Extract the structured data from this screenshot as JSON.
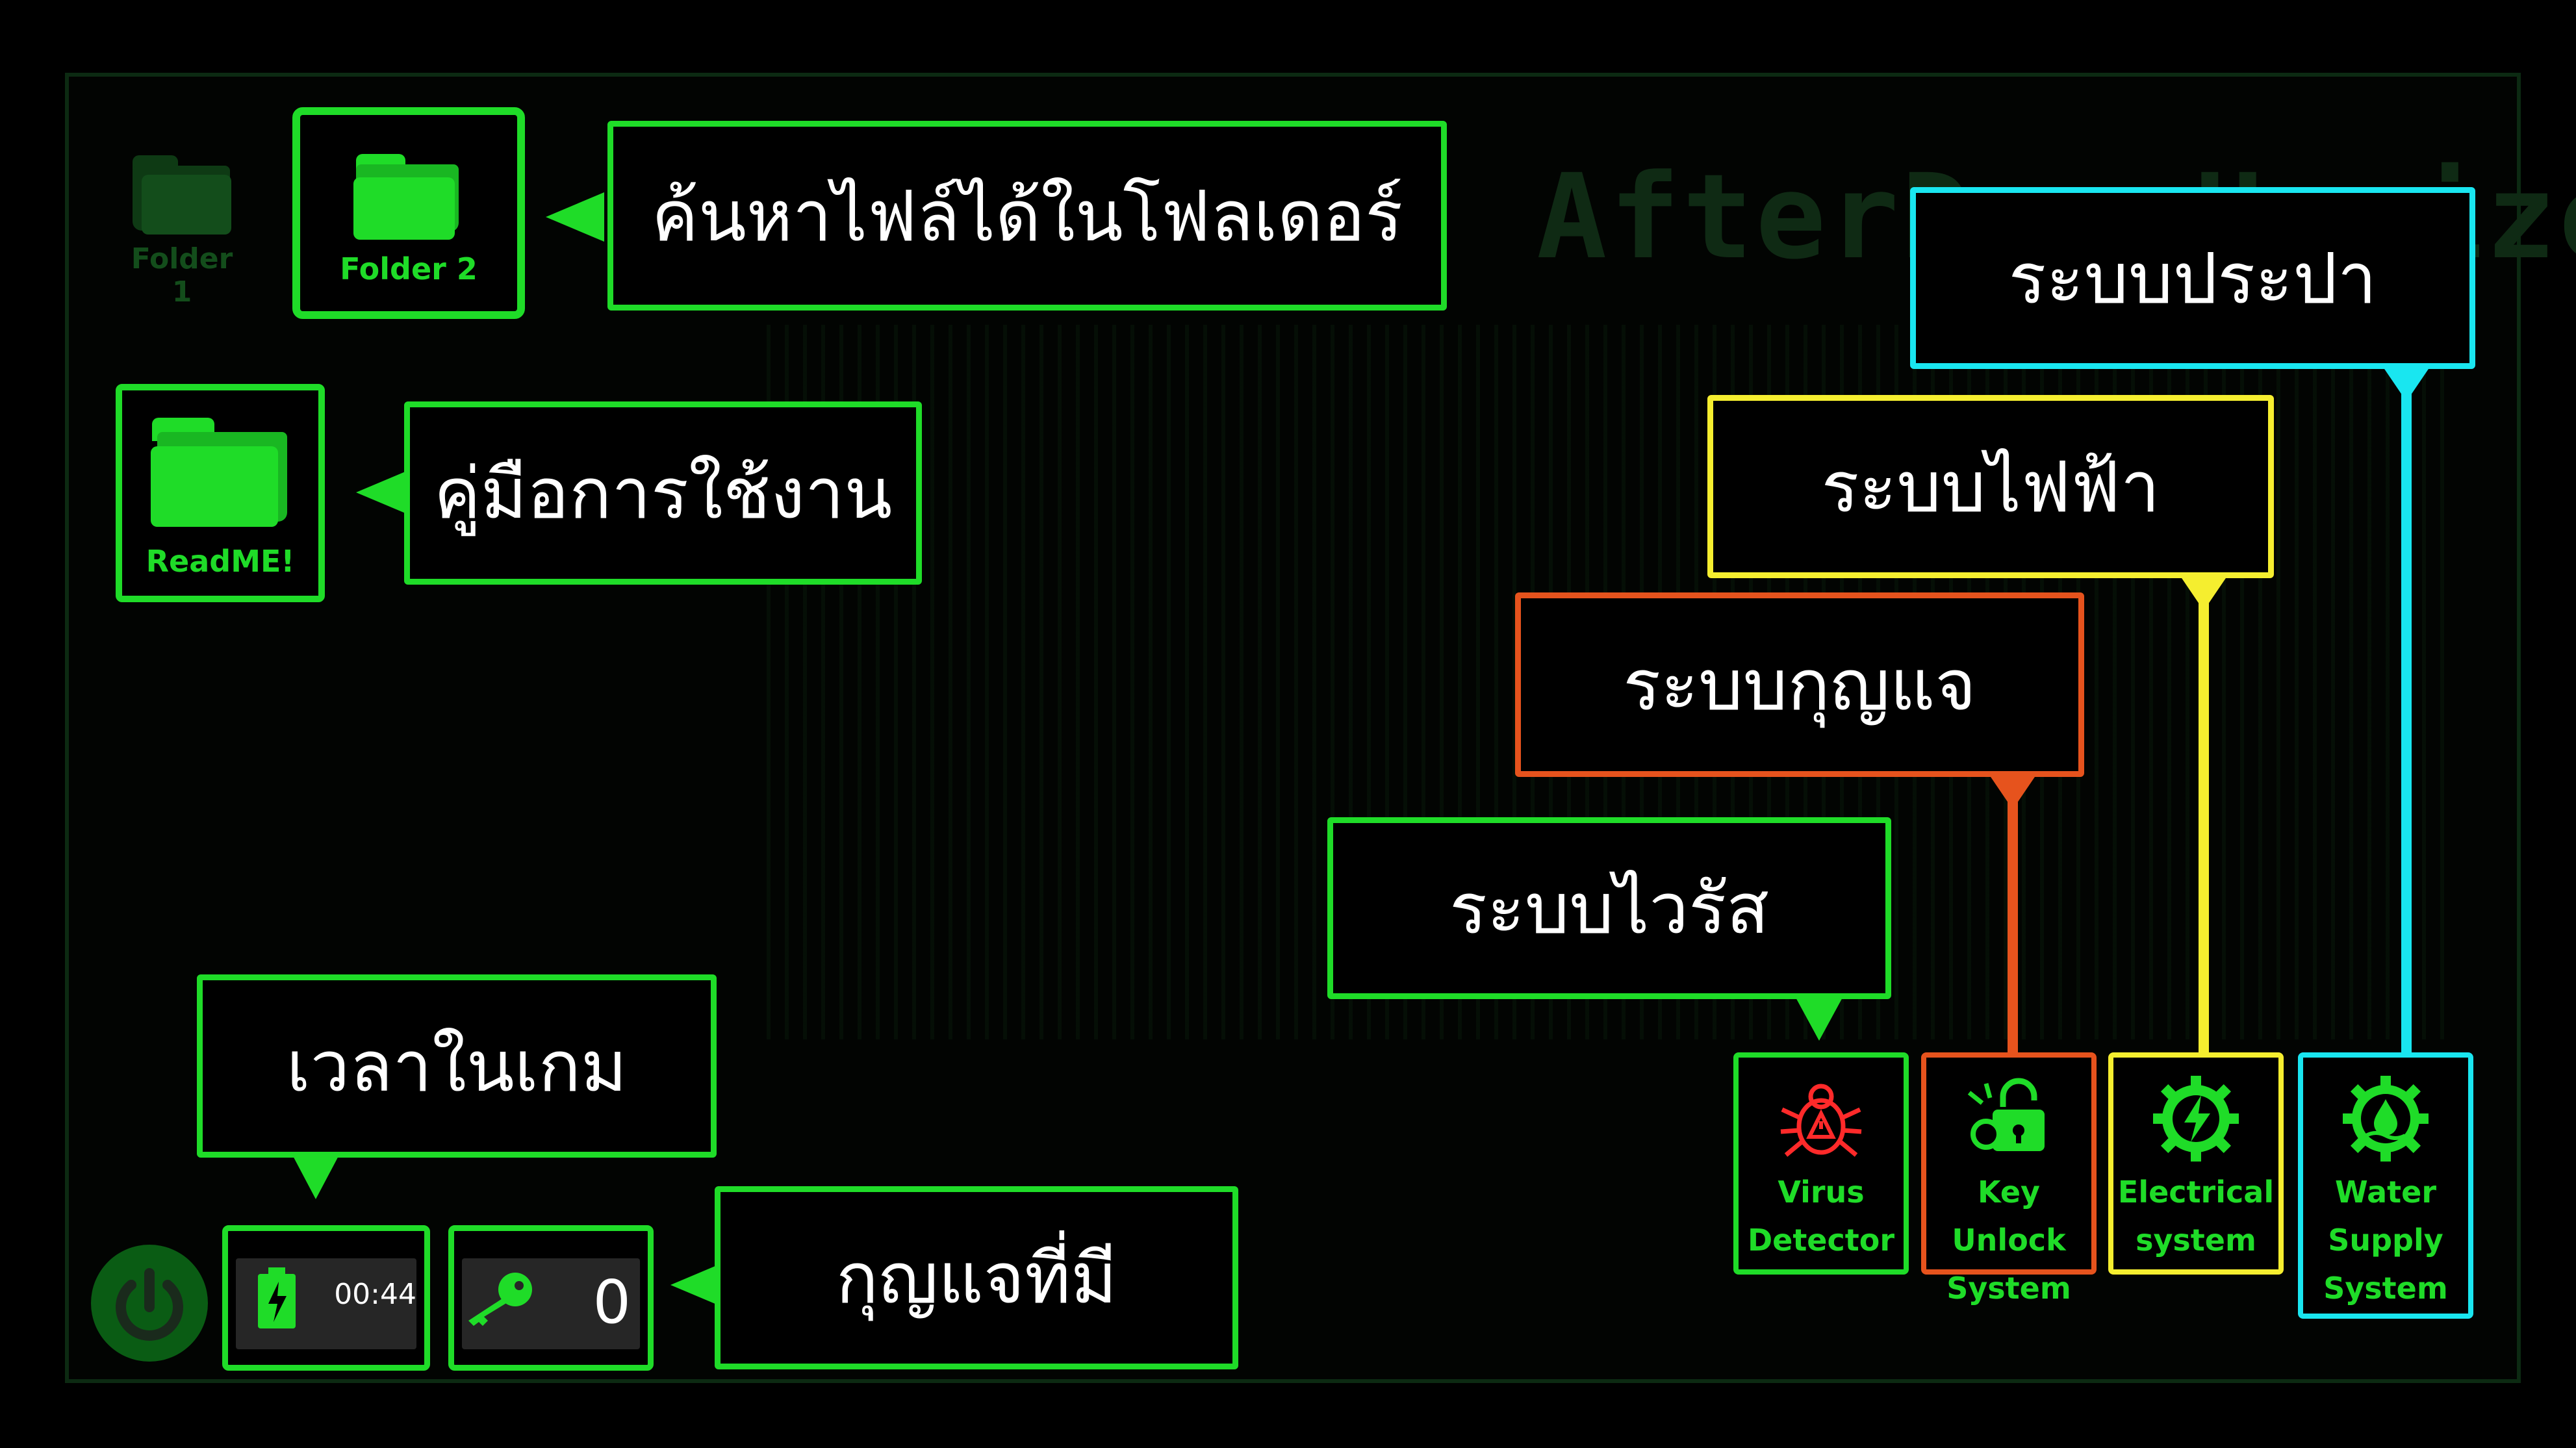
{
  "background_title": "AfterDay Horizon",
  "desktop_icons": {
    "folder1": {
      "label": "Folder 1",
      "icon": "folder-icon"
    },
    "folder2": {
      "label": "Folder 2",
      "icon": "folder-icon"
    },
    "readme": {
      "label": "ReadME!",
      "icon": "folder-icon"
    }
  },
  "callouts": {
    "find_files": "ค้นหาไฟล์ได้ในโฟลเดอร์",
    "user_manual": "คู่มือการใช้งาน",
    "game_time": "เวลาในเกม",
    "keys_owned": "กุญแจที่มี",
    "virus_system": "ระบบไวรัส",
    "key_system": "ระบบกุญแจ",
    "electric_system": "ระบบไฟฟ้า",
    "water_system": "ระบบประปา"
  },
  "status_bar": {
    "power_icon": "power-icon",
    "battery_icon": "battery-charging-icon",
    "time": "00:44",
    "key_icon": "key-icon",
    "key_count": "0"
  },
  "systems": [
    {
      "id": "virus",
      "line1": "Virus",
      "line2": "Detector",
      "line3": "",
      "icon": "bug-warning-icon",
      "color": "#ff2a2a"
    },
    {
      "id": "key",
      "line1": "Key Unlock",
      "line2": "System",
      "line3": "",
      "icon": "key-lock-icon",
      "color": "#1fdc28"
    },
    {
      "id": "electric",
      "line1": "Electrical",
      "line2": "system",
      "line3": "",
      "icon": "lightning-gear-icon",
      "color": "#1fdc28"
    },
    {
      "id": "water",
      "line1": "Water",
      "line2": "Supply",
      "line3": "System",
      "icon": "water-drop-gear-icon",
      "color": "#1fdc28"
    }
  ],
  "colors": {
    "green": "#1fdc28",
    "dim_green": "#0c4a14",
    "orange": "#e6531d",
    "yellow": "#f5ee2f",
    "cyan": "#19e6f0",
    "red": "#ff2a2a"
  }
}
